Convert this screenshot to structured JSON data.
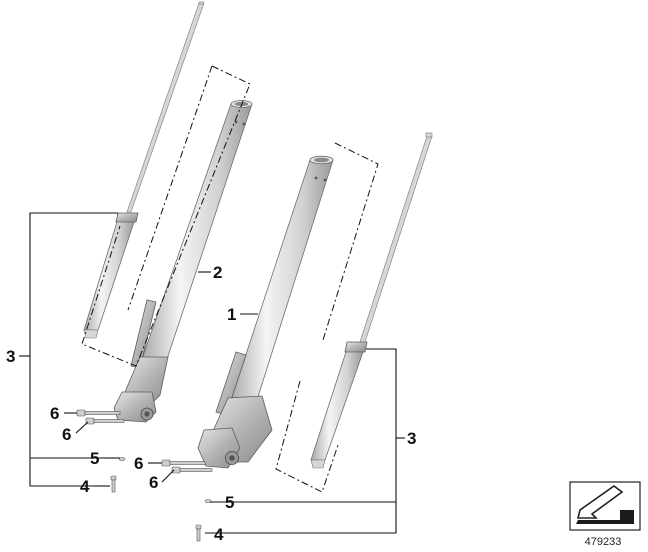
{
  "callouts": {
    "fork_right": "1",
    "fork_left": "2",
    "cartridge_left": "3",
    "cartridge_right": "3",
    "bolt_left_a": "6",
    "bolt_left_b": "6",
    "bolt_right_a": "6",
    "bolt_right_b": "6",
    "washer_left": "5",
    "washer_right": "5",
    "screw_left": "4",
    "screw_right": "4"
  },
  "reference_number": "479233",
  "colors": {
    "tube_light": "#f2f2f2",
    "tube_mid": "#cfcfcf",
    "tube_dark": "#9c9c9c",
    "line": "#111111",
    "icon_dark": "#1a1a1a"
  }
}
